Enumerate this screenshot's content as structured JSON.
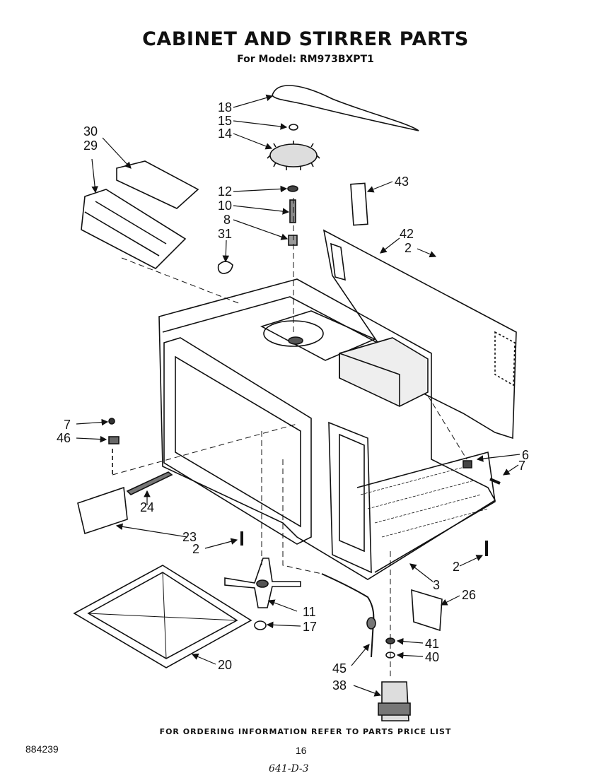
{
  "header": {
    "title": "CABINET AND STIRRER PARTS",
    "subtitle": "For Model: RM973BXPT1"
  },
  "callouts": [
    "18",
    "15",
    "14",
    "30",
    "29",
    "12",
    "10",
    "8",
    "31",
    "43",
    "42",
    "2",
    "7",
    "46",
    "6",
    "7",
    "24",
    "23",
    "2",
    "2",
    "3",
    "26",
    "11",
    "17",
    "20",
    "41",
    "40",
    "45",
    "38"
  ],
  "footer": {
    "ordering_note": "FOR ORDERING INFORMATION REFER TO PARTS PRICE LIST",
    "doc_number": "884239",
    "page_number": "16",
    "handwritten_note": "641-D-3"
  }
}
